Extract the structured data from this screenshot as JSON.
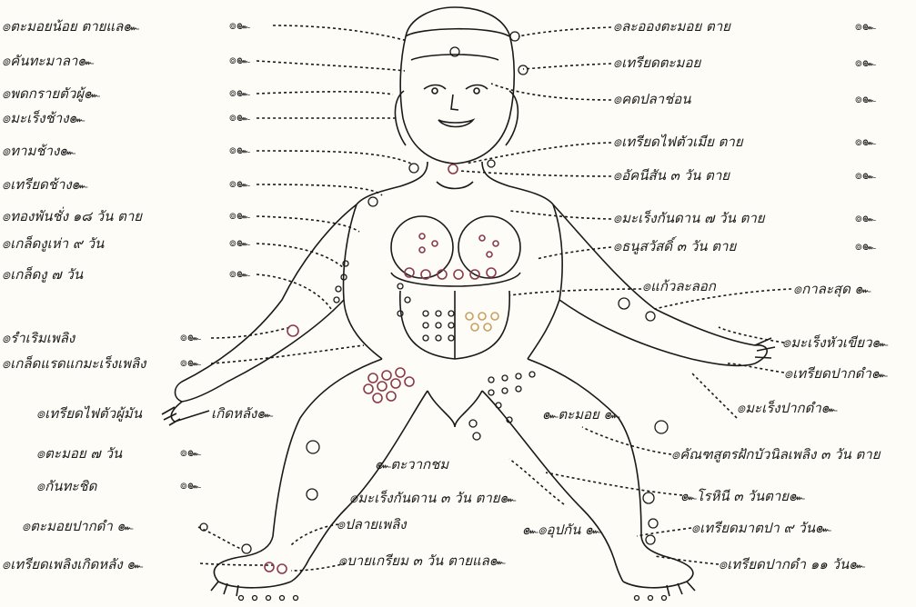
{
  "colors": {
    "ink": "#1a1a1a",
    "paper": "#fefcf6",
    "point": "#8a3a4a",
    "point_gold": "#c8a060"
  },
  "marker_mid": "๏๛",
  "marker_right": "๏๛",
  "labels_left": [
    "๏ตะมอยน้อย ตายแล๛",
    "๏คันทะมาลา๛",
    "๏พดกรายตัวผู้๛",
    "๏มะเร็งช้าง๛",
    "๏ทามช้าง๛",
    "๏เทรียดช้าง๛",
    "๏ทองพันชั่ง ๑๘ วัน ตาย",
    "๏เกล็ดงูเห่า ๙ วัน",
    "๏เกล็ดงู ๗ วัน",
    "๏รำเริมเพลิง",
    "๏เกล็ดแรดแกมะเร็งเพลิง",
    "๏เทรียดไฟตัวผู้มัน",
    "๏ตะมอย ๗ วัน",
    "๏กันทะชิด",
    "๏ตะมอยปากดำ ๛",
    "๏เทรียดเพลิงเกิดหลัง ๛"
  ],
  "labels_right": [
    "๏ละอองตะมอย ตาย",
    "๏เทรียดตะมอย",
    "๏คดปลาช่อน",
    "๏เทรียดไฟตัวเมีย ตาย",
    "๏อัคนีสัน ๓ วัน ตาย",
    "๏มะเร็งกันดาน ๗ วัน ตาย",
    "๏ธนูสวัสดิ์ ๓ วัน ตาย"
  ],
  "labels_mid": [
    "๏แก้วละลอก",
    "๏กาละสุด ๛",
    "๏มะเร็งหัวเขียว๛",
    "๏เทรียดปากดำ๛",
    "๏มะเร็งปากดำ๛",
    "๛ตะมอย ๛",
    "๏คัณฑสูตรฝักบัวนิลเพลิง ๓ วัน ตาย",
    "๛ตะวากชม",
    "๏มะเร็งกันดาน ๓ วัน ตาย๛",
    "๛โรหินี ๓ วันตาย๛",
    "๛๏อุปกัน ๛",
    "๏เทรียดมาตปา ๙ วัน๛",
    "๏เทรียดปากดำ ๑๑ วัน๛",
    "๏ปลายเพลิง",
    "๏บายเกรียม ๓ วัน ตายแล๛",
    "เกิดหลัง๛"
  ]
}
